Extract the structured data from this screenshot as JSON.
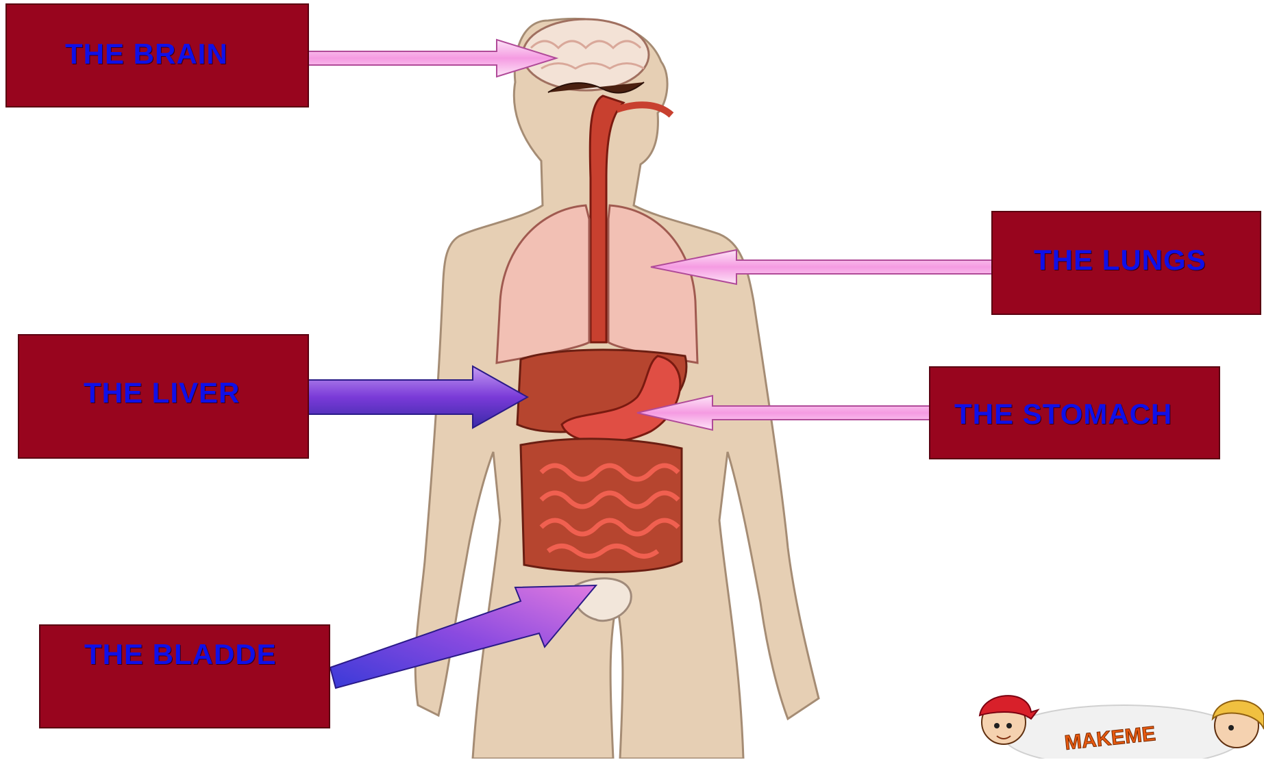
{
  "labels": {
    "brain": "THE BRAIN",
    "lungs": "THE LUNGS",
    "liver": "THE LIVER",
    "stomach": "THE STOMACH",
    "bladder": "THE BLADDE"
  },
  "logo": {
    "text": "MAKEME"
  },
  "colors": {
    "label_box": "#98051e",
    "label_text": "#1010e8",
    "skin": "#e6cfb4",
    "organ_red": "#c8402f",
    "lung_pink": "#f2c0b4",
    "pink_arrow": "#f7a8e6",
    "purple_arrow": "#7a3ad8"
  }
}
